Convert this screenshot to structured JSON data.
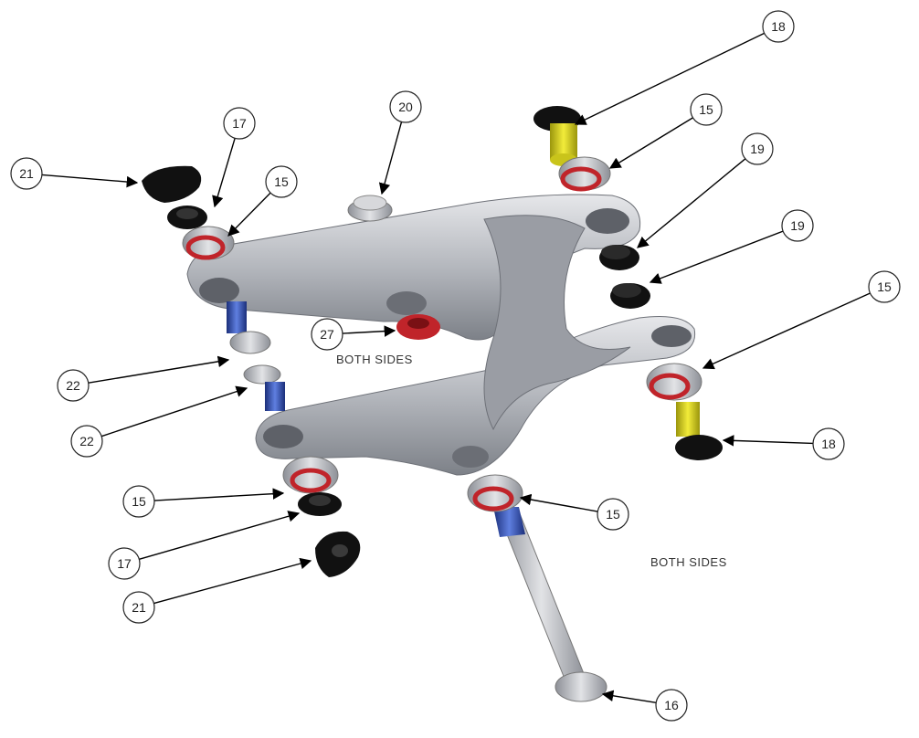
{
  "diagram": {
    "callouts": [
      {
        "id": "c-18-top",
        "label": "18"
      },
      {
        "id": "c-15-top-right",
        "label": "15"
      },
      {
        "id": "c-19-a",
        "label": "19"
      },
      {
        "id": "c-19-b",
        "label": "19"
      },
      {
        "id": "c-15-right",
        "label": "15"
      },
      {
        "id": "c-18-right",
        "label": "18"
      },
      {
        "id": "c-15-bottom-center",
        "label": "15"
      },
      {
        "id": "c-16",
        "label": "16"
      },
      {
        "id": "c-20",
        "label": "20"
      },
      {
        "id": "c-17-top",
        "label": "17"
      },
      {
        "id": "c-21-top",
        "label": "21"
      },
      {
        "id": "c-15-top-left",
        "label": "15"
      },
      {
        "id": "c-27",
        "label": "27"
      },
      {
        "id": "c-22-a",
        "label": "22"
      },
      {
        "id": "c-22-b",
        "label": "22"
      },
      {
        "id": "c-15-bottom-left",
        "label": "15"
      },
      {
        "id": "c-17-bottom",
        "label": "17"
      },
      {
        "id": "c-21-bottom",
        "label": "21"
      }
    ],
    "notes": {
      "center": "BOTH SIDES",
      "right": "BOTH SIDES"
    },
    "colors": {
      "arm": "#b9bcc1",
      "bearing_ring": "#c0242a",
      "bushing_yellow": "#d8d21a",
      "pin_blue": "#2f4fb5",
      "black_part": "#111111"
    }
  }
}
